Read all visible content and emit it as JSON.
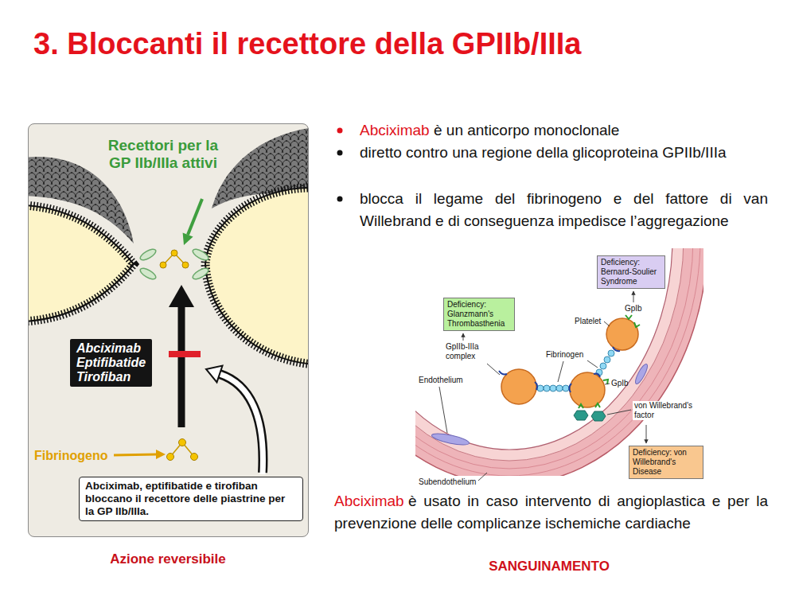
{
  "diagram": {
    "title": "3. Bloccanti il recettore della GPIIb/IIIa",
    "nodes": [
      {
        "text": [
          "Recettori per la GP IIb/IIIa attivi",
          "Fibrinogeno"
        ]
      },
      {
        "text": [
          "Abciximab",
          "Eptifibatide",
          "Tirofiban"
        ],
        "in": 0
      },
      {
        "text": [
          "Abciximab, eptifibatide e tirofiban bloccano il recettore delle piastrine per la GP IIb/IIIa."
        ],
        "in": 0
      },
      {
        "text": [
          "Deficiency: Bernard-Soulier Syndrome"
        ]
      },
      {
        "text": [
          "Deficiency: Glanzmann's Thrombasthenia"
        ]
      },
      {
        "text": [
          "Deficiency: von Willebrand's Disease"
        ]
      }
    ],
    "labels": [
      "Azione reversibile",
      "Abciximab",
      "è un anticorpo monoclonale",
      "diretto contro una regione della glicoproteina GPIIb/IIIa",
      "blocca il legame del fibrinogeno e del fattore di van Willebrand e di conseguenza impedisce l’aggregazione",
      "Platelet",
      "GpIb",
      "Fibrinogen",
      "GpIIb-IIIa complex",
      "GpIb",
      "Endothelium",
      "von Willebrand's factor",
      "Subendothelium",
      "Abciximab",
      "è usato in caso intervento di angioplastica e per la prevenzione delle complicanze ischemiche cardiache",
      "SANGUINAMENTO"
    ]
  }
}
